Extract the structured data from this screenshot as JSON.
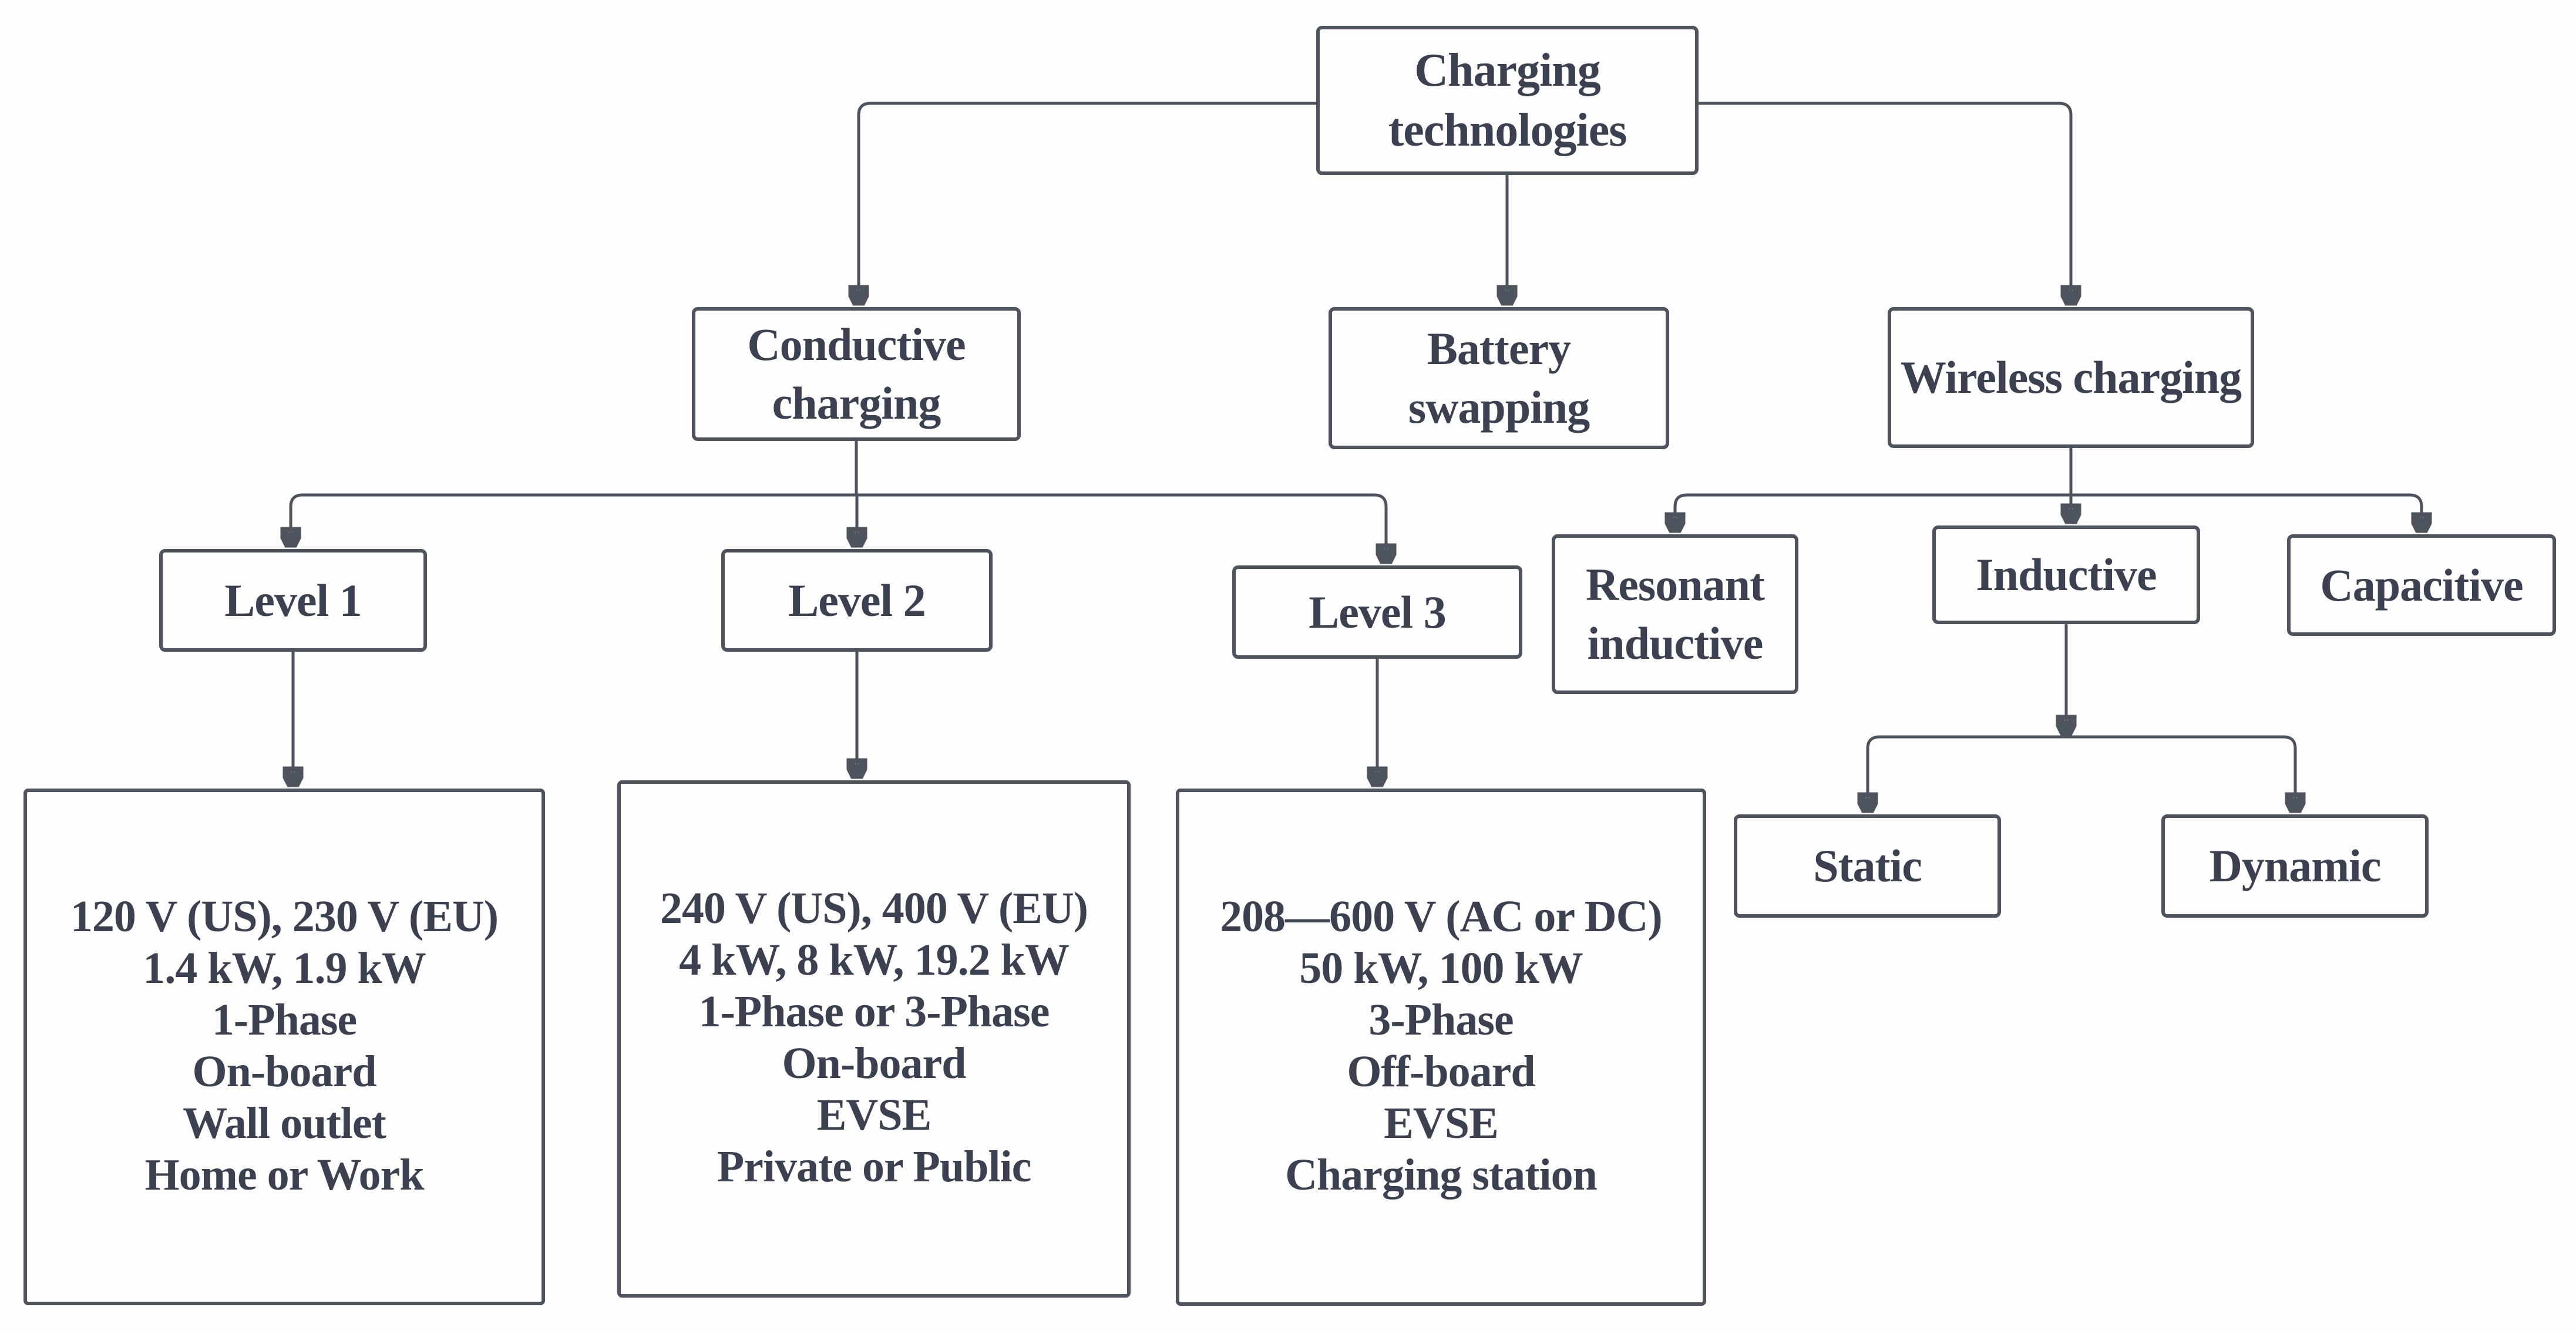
{
  "figure": {
    "type": "tree-diagram",
    "title": "Charging technologies",
    "colors": {
      "line": "#4e545e",
      "border": "#4e545e",
      "text": "#3b4150",
      "node_fill": "#fefefe",
      "background": "#fdfdfd"
    },
    "nodes": {
      "root": {
        "label": "Charging\ntechnologies"
      },
      "conductive": {
        "label": "Conductive\ncharging"
      },
      "battery": {
        "label": "Battery swapping"
      },
      "wireless": {
        "label": "Wireless charging"
      },
      "level1": {
        "label": "Level 1"
      },
      "level2": {
        "label": "Level 2"
      },
      "level3": {
        "label": "Level 3"
      },
      "resonant": {
        "label": "Resonant\ninductive"
      },
      "inductive": {
        "label": "Inductive"
      },
      "capacitive": {
        "label": "Capacitive"
      },
      "static": {
        "label": "Static"
      },
      "dynamic": {
        "label": "Dynamic"
      },
      "level1_specs": {
        "lines": [
          "120 V (US), 230 V (EU)",
          "1.4 kW, 1.9 kW",
          "1-Phase",
          "On-board",
          "Wall outlet",
          "Home or Work"
        ]
      },
      "level2_specs": {
        "lines": [
          "240 V (US), 400 V (EU)",
          "4 kW, 8 kW, 19.2 kW",
          "1-Phase or 3-Phase",
          "On-board",
          "EVSE",
          "Private or Public"
        ]
      },
      "level3_specs": {
        "lines": [
          "208—600 V (AC or DC)",
          "50 kW, 100 kW",
          "3-Phase",
          "Off-board",
          "EVSE",
          "Charging station"
        ]
      }
    },
    "edges": [
      {
        "from": "Charging technologies",
        "to": "Conductive charging"
      },
      {
        "from": "Charging technologies",
        "to": "Battery swapping"
      },
      {
        "from": "Charging technologies",
        "to": "Wireless charging"
      },
      {
        "from": "Conductive charging",
        "to": "Level 1"
      },
      {
        "from": "Conductive charging",
        "to": "Level 2"
      },
      {
        "from": "Conductive charging",
        "to": "Level 3"
      },
      {
        "from": "Level 1",
        "to": "Level 1 specs"
      },
      {
        "from": "Level 2",
        "to": "Level 2 specs"
      },
      {
        "from": "Level 3",
        "to": "Level 3 specs"
      },
      {
        "from": "Wireless charging",
        "to": "Resonant inductive"
      },
      {
        "from": "Wireless charging",
        "to": "Inductive"
      },
      {
        "from": "Wireless charging",
        "to": "Capacitive"
      },
      {
        "from": "Inductive",
        "to": "Static"
      },
      {
        "from": "Inductive",
        "to": "Dynamic"
      }
    ]
  }
}
